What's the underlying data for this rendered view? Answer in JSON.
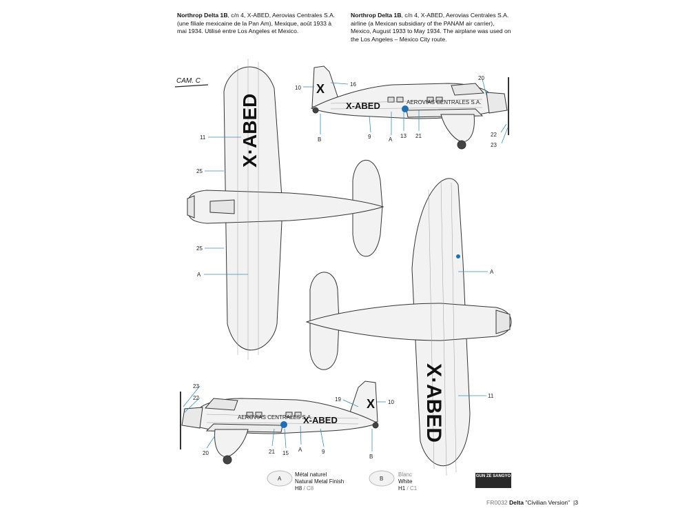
{
  "captions": {
    "fr": {
      "title": "Northrop Delta 1B",
      "body": ", c/n 4, X-ABED, Aerovias Centrales S.A. (une filiale mexicaine de la Pan Am), Mexique, août 1933 à mai 1934. Utilisé entre Los Angeles et Mexico."
    },
    "en": {
      "title": "Northrop Delta 1B",
      "body": ", c/n 4, X-ABED, Aerovias Centrales S.A. airline (a Mexican subsidiary of the PANAM air carrier), Mexico, August 1933 to May 1934. The airplane was used on the Los Angeles – Mexico City route."
    }
  },
  "camera_tag": "CAM. C",
  "registration": "X·ABED",
  "registration_side": "X-ABED",
  "tail_letter": "X",
  "fuselage_text": "AEROVIAS CENTRALES S.A.",
  "callouts": {
    "n10": "10",
    "n16": "16",
    "n20": "20",
    "n22": "22",
    "n23": "23",
    "n9": "9",
    "n13": "13",
    "n21": "21",
    "n11": "11",
    "n25": "25",
    "n19": "19",
    "n15": "15",
    "A": "A",
    "B": "B"
  },
  "legend": [
    {
      "key": "A",
      "fr": "Métal naturel",
      "en": "Natural Metal Finish",
      "code_a": "H8",
      "code_b": "C8"
    },
    {
      "key": "B",
      "fr": "Blanc",
      "en": "White",
      "code_a": "H1",
      "code_b": "C1"
    }
  ],
  "logo_text": "GUN ZE SANGYO",
  "footer": {
    "code": "FR0032",
    "title": "Delta",
    "subtitle": "\"Civilian Version\"",
    "page": "3"
  },
  "colors": {
    "metal": "#f2f2f2",
    "outline": "#333333",
    "leader": "#3a8fb7",
    "roundel": "#1e6fb5"
  }
}
